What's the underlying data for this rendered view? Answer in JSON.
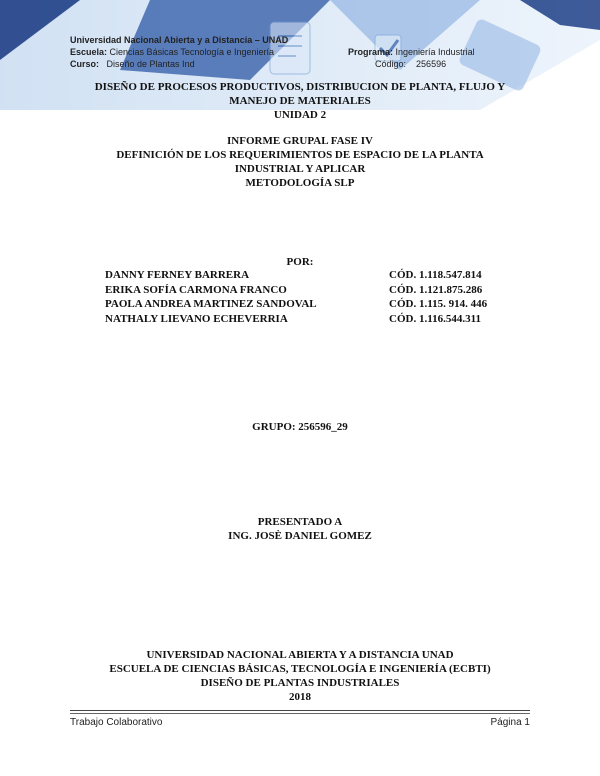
{
  "header": {
    "university": "Universidad Nacional Abierta y a Distancia – UNAD",
    "escuela_label": "Escuela:",
    "escuela_value": "Ciencias Básicas Tecnología e Ingeniería",
    "programa_label": "Programa:",
    "programa_value": "Ingeniería Industrial",
    "curso_label": "Curso:",
    "curso_value": "Diseño de Plantas Ind",
    "codigo_label": "Código:",
    "codigo_value": "256596"
  },
  "title": {
    "line1": "DISEÑO DE PROCESOS PRODUCTIVOS, DISTRIBUCION DE PLANTA, FLUJO Y",
    "line2": "MANEJO DE MATERIALES",
    "line3": "UNIDAD 2"
  },
  "subtitle": {
    "line1": "INFORME GRUPAL FASE IV",
    "line2": "DEFINICIÓN DE  LOS REQUERIMIENTOS DE ESPACIO DE LA PLANTA",
    "line3": "INDUSTRIAL Y APLICAR",
    "line4": "METODOLOGÍA SLP"
  },
  "por_label": "POR:",
  "authors": [
    {
      "name": "DANNY FERNEY BARRERA",
      "code": "CÓD. 1.118.547.814"
    },
    {
      "name": "ERIKA SOFÍA CARMONA FRANCO",
      "code": "CÓD. 1.121.875.286"
    },
    {
      "name": "PAOLA ANDREA MARTINEZ SANDOVAL",
      "code": "CÓD. 1.115. 914. 446"
    },
    {
      "name": "NATHALY LIEVANO ECHEVERRIA",
      "code": "CÓD. 1.116.544.311"
    }
  ],
  "grupo": "GRUPO: 256596_29",
  "presentado": {
    "label": "PRESENTADO A",
    "name": "ING. JOSÈ DANIEL GOMEZ"
  },
  "institution": {
    "line1": "UNIVERSIDAD NACIONAL ABIERTA Y A DISTANCIA UNAD",
    "line2": "ESCUELA DE CIENCIAS BÁSICAS, TECNOLOGÍA E INGENIERÍA (ECBTI)",
    "line3": "DISEÑO DE PLANTAS INDUSTRIALES",
    "year": "2018"
  },
  "footer": {
    "left": "Trabajo Colaborativo",
    "right": "Página 1"
  },
  "colors": {
    "banner_dark": "#1f3f86",
    "banner_mid": "#5a86c8",
    "banner_light": "#cfe0f2"
  }
}
